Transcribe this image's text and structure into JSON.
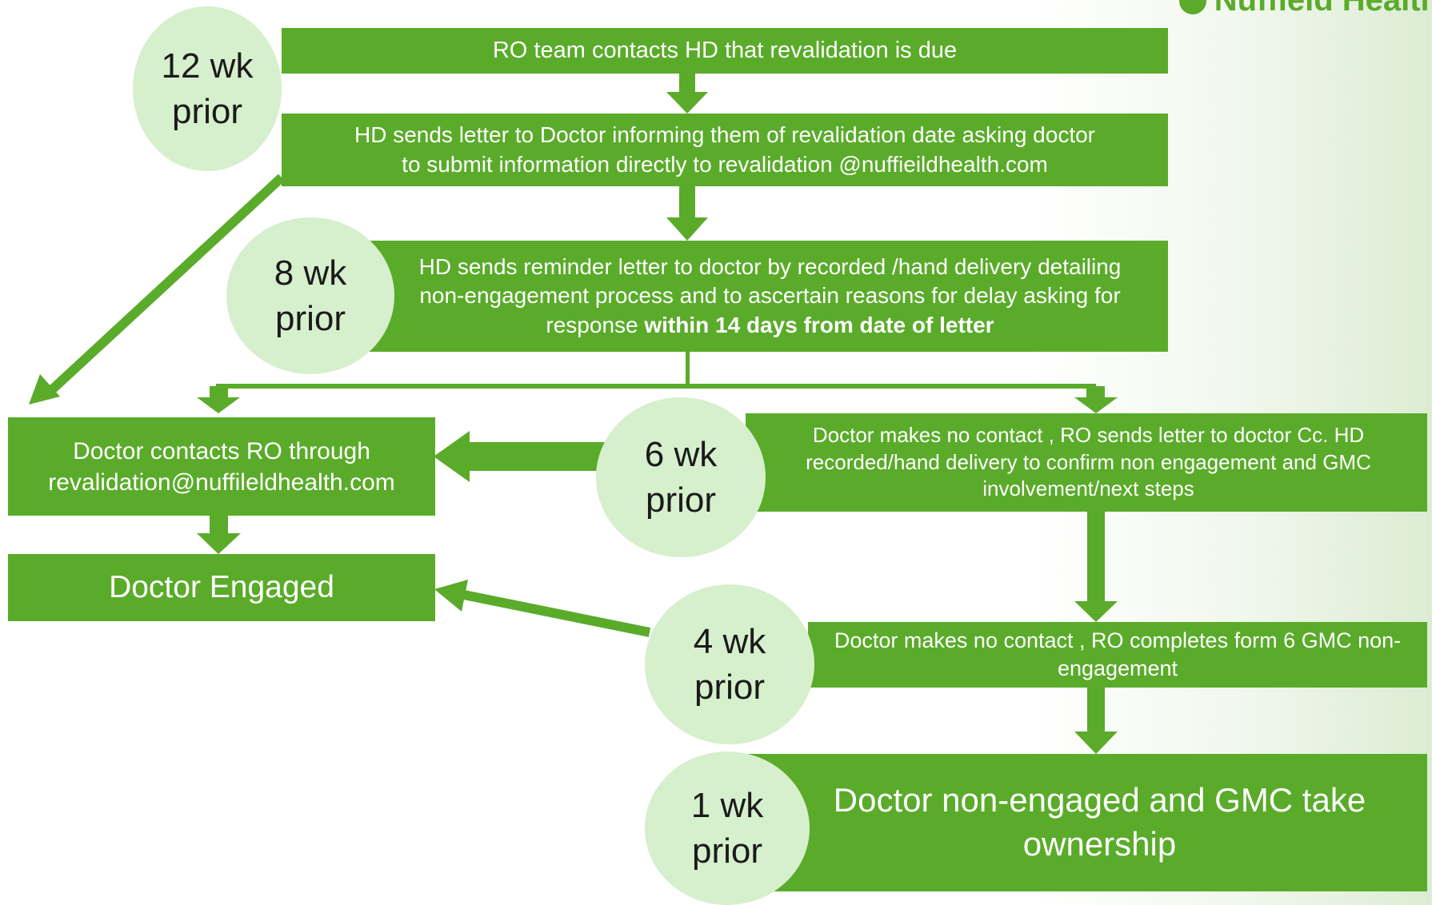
{
  "logo": {
    "text": "Nuffield Health"
  },
  "steps": {
    "step1": "RO team contacts HD that revalidation is due",
    "step2": "HD sends letter to Doctor  informing  them of revalidation date asking doctor to submit information directly to revalidation @nuffieildhealth.com",
    "step3_part1": "HD sends reminder  letter to doctor by recorded /hand delivery detailing non-engagement process and to ascertain reasons for delay asking for response ",
    "step3_part2": "within 14 days from date of letter",
    "doctor_contacts": "Doctor contacts RO through revalidation@nuffileldhealth.com",
    "doctor_engaged": "Doctor Engaged",
    "no_contact_letter": "Doctor makes no contact , RO sends  letter  to doctor Cc. HD recorded/hand delivery to confirm non engagement  and  GMC involvement/next steps",
    "no_contact_form": "Doctor makes no contact , RO completes form 6 GMC non-engagement",
    "non_engaged": "Doctor non-engaged and GMC take ownership"
  },
  "timeline": {
    "wk12": "12 wk prior",
    "wk8": "8 wk prior",
    "wk6": "6 wk prior",
    "wk4": "4 wk prior",
    "wk1": "1 wk prior"
  },
  "colors": {
    "box": "#5aab2a",
    "circle": "#d6efcc",
    "text_dark": "#1a1a1a"
  }
}
